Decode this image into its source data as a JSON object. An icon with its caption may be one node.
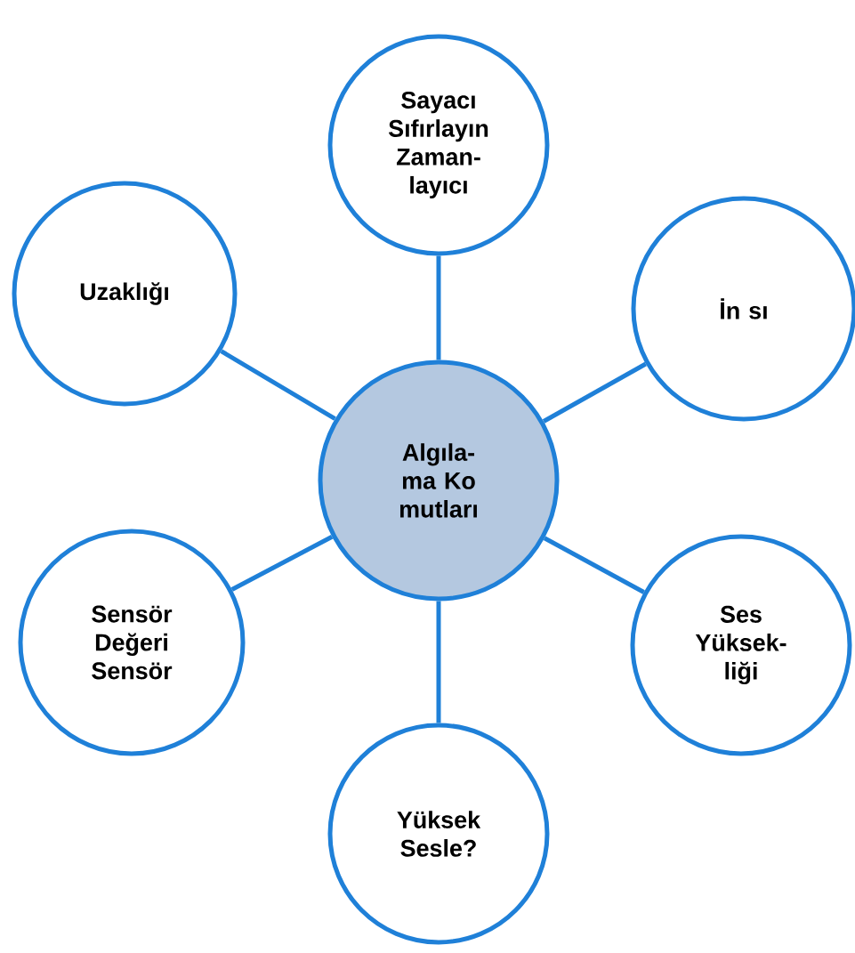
{
  "diagram": {
    "nodes": [
      {
        "text": [
          "Sayacı Sıfırlayın Zaman- layıcı"
        ]
      },
      {
        "text": [
          "Uzaklığı"
        ]
      },
      {
        "text": [
          "İn sı"
        ]
      },
      {
        "text": [
          "Algıla- ma Ko mutları"
        ]
      },
      {
        "text": [
          "Sensör Değeri Sensör"
        ]
      },
      {
        "text": [
          "Ses Yüksek- liği"
        ]
      },
      {
        "text": [
          "Yüksek Sesle?"
        ]
      }
    ],
    "edges": [
      {
        "from": 3,
        "to": 0,
        "arrow": "none"
      },
      {
        "from": 3,
        "to": 1,
        "arrow": "none"
      },
      {
        "from": 3,
        "to": 2,
        "arrow": "none"
      },
      {
        "from": 3,
        "to": 4,
        "arrow": "none"
      },
      {
        "from": 3,
        "to": 5,
        "arrow": "none"
      },
      {
        "from": 3,
        "to": 6,
        "arrow": "none"
      }
    ]
  }
}
